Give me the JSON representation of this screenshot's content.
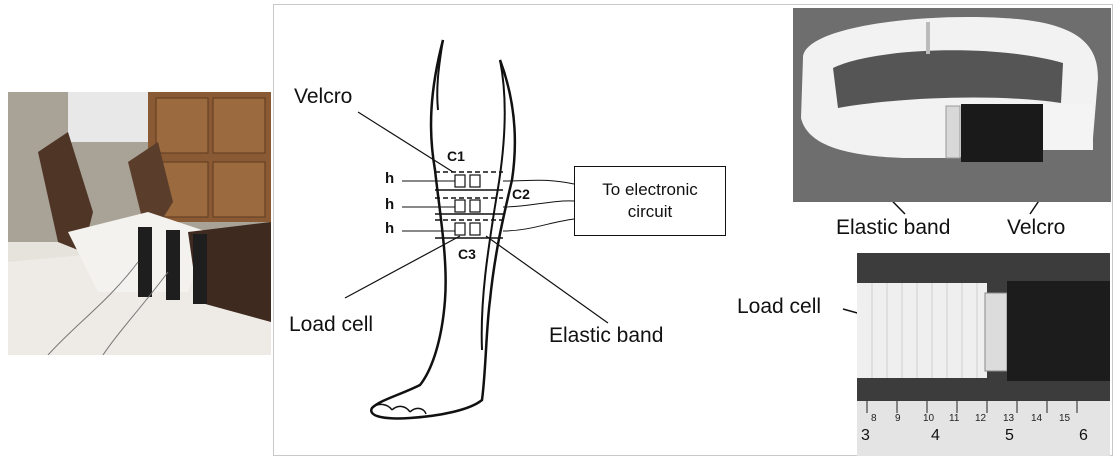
{
  "labels": {
    "velcro_diagram": "Velcro",
    "c1": "C1",
    "c2": "C2",
    "c3": "C3",
    "h": "h",
    "circuit_line1": "To electronic",
    "circuit_line2": "circuit",
    "load_cell_diagram": "Load cell",
    "elastic_band_diagram": "Elastic band",
    "elastic_band_photo": "Elastic band",
    "velcro_photo": "Velcro",
    "load_cell_photo": "Load cell"
  },
  "ruler": {
    "numbers": [
      "3",
      "4",
      "5",
      "6"
    ],
    "fractions": [
      "8",
      "9",
      "10",
      "11",
      "12",
      "13",
      "14",
      "15"
    ]
  },
  "colors": {
    "outline": "#111111",
    "band_photo_bg": "#6a6a6a",
    "elastic_white": "#f2f2f2",
    "velcro_black": "#1a1a1a",
    "skin": "#6b4a35",
    "bandage": "#f4f2ee"
  }
}
